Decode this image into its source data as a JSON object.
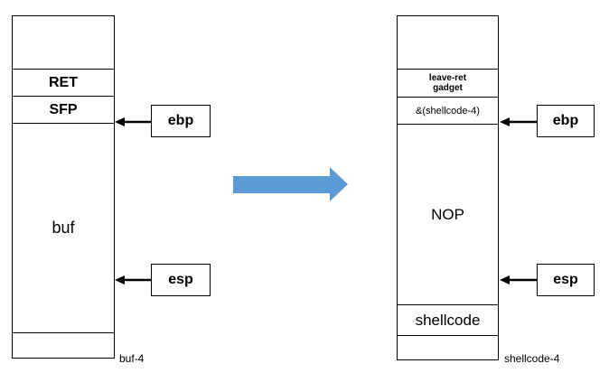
{
  "left_stack": {
    "ret": "RET",
    "sfp": "SFP",
    "buf": "buf",
    "caption": "buf-4"
  },
  "right_stack": {
    "leave_ret_line1": "leave-ret",
    "leave_ret_line2": "gadget",
    "shellcode_addr": "&(shellcode-4)",
    "nop": "NOP",
    "shellcode": "shellcode",
    "caption": "shellcode-4"
  },
  "registers": {
    "ebp": "ebp",
    "esp": "esp"
  },
  "colors": {
    "arrow": "#5b9bd5",
    "line": "#000000"
  }
}
